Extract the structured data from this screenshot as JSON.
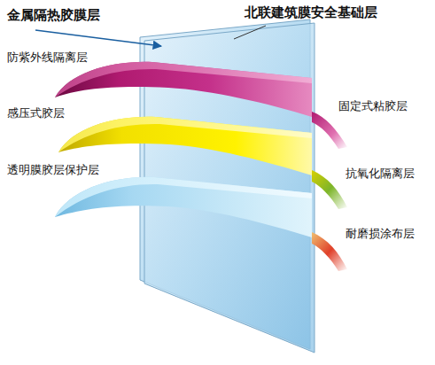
{
  "diagram": {
    "labels": [
      "金属隔热胶膜层",
      "北联建筑膜安全基础层",
      "防紫外线隔离层",
      "固定式粘胶层",
      "感压式胶层",
      "抗氧化隔离层",
      "透明膜胶层保护层",
      "耐磨损涂布层"
    ]
  }
}
